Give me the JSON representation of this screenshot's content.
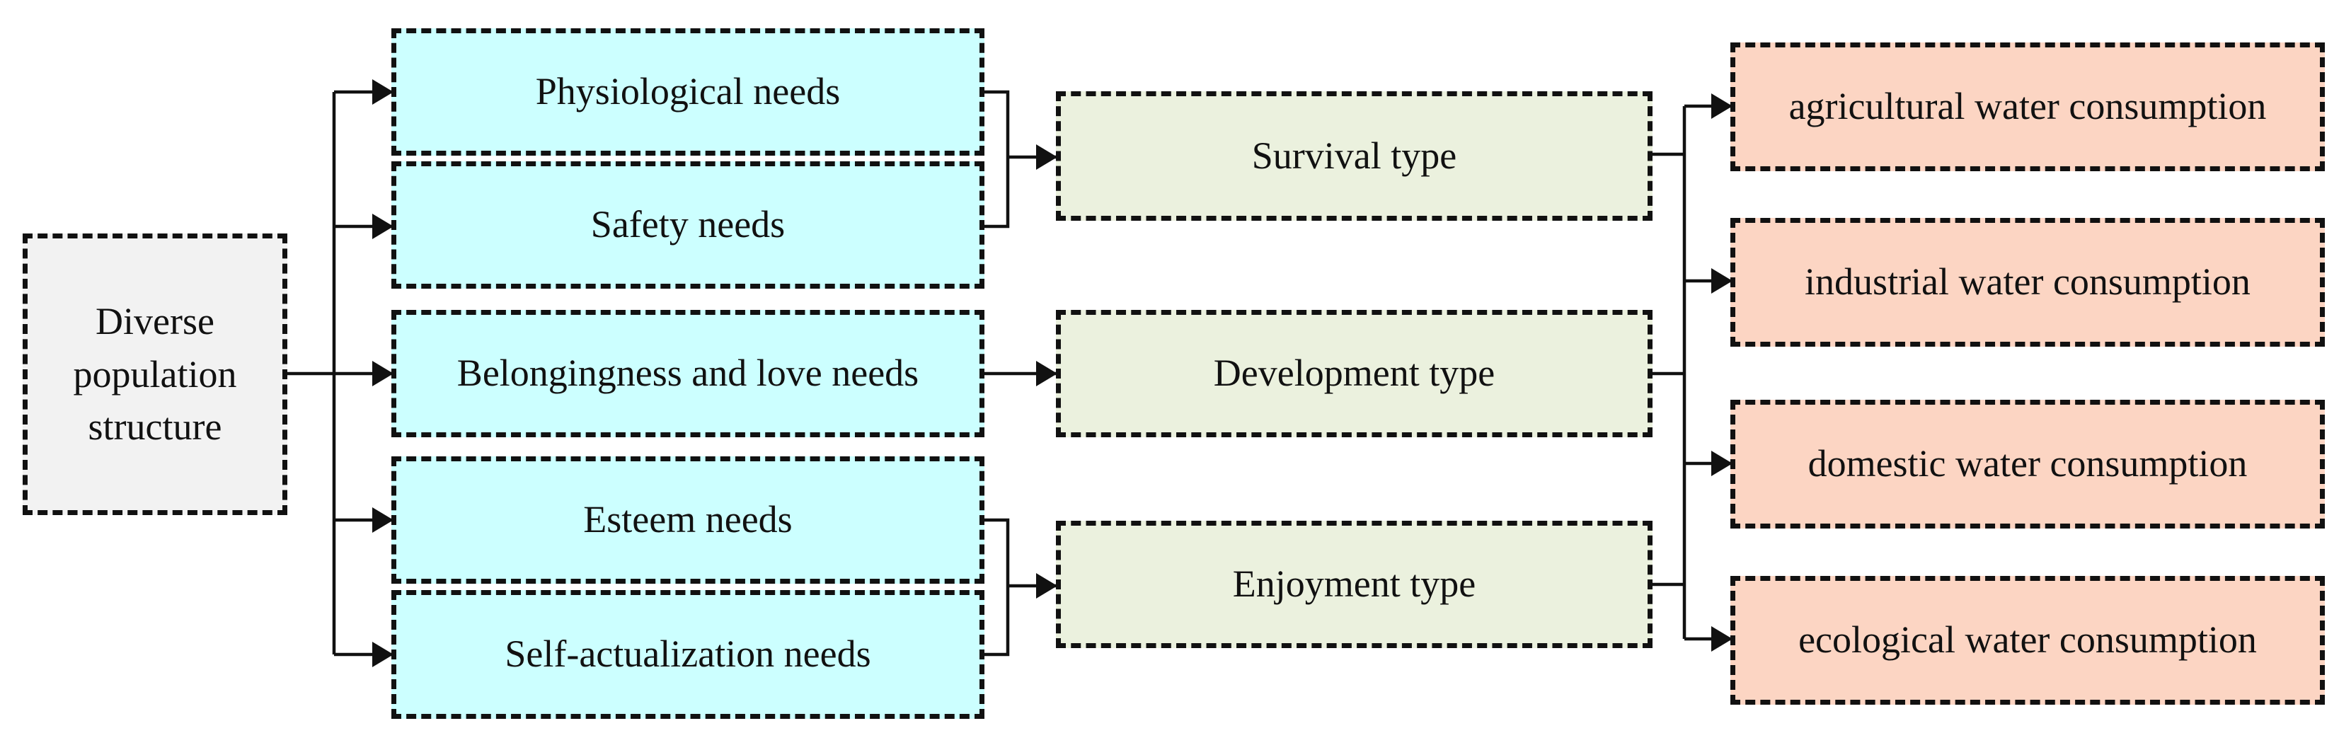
{
  "diagram": {
    "source": {
      "label_lines": [
        "Diverse",
        "population",
        "structure"
      ],
      "fill": "#f2f2f2"
    },
    "needs": [
      {
        "label": "Physiological needs"
      },
      {
        "label": "Safety needs"
      },
      {
        "label": "Belongingness and love needs"
      },
      {
        "label": "Esteem needs"
      },
      {
        "label": "Self-actualization needs"
      }
    ],
    "needs_fill": "#ccffff",
    "types": [
      {
        "label": "Survival type"
      },
      {
        "label": "Development type"
      },
      {
        "label": "Enjoyment type"
      }
    ],
    "types_fill": "#ebf1de",
    "consumption": [
      {
        "label": "agricultural water consumption"
      },
      {
        "label": "industrial water consumption"
      },
      {
        "label": "domestic water consumption"
      },
      {
        "label": "ecological water consumption"
      }
    ],
    "consumption_fill": "#fcd5c3",
    "line_color": "#111111"
  }
}
